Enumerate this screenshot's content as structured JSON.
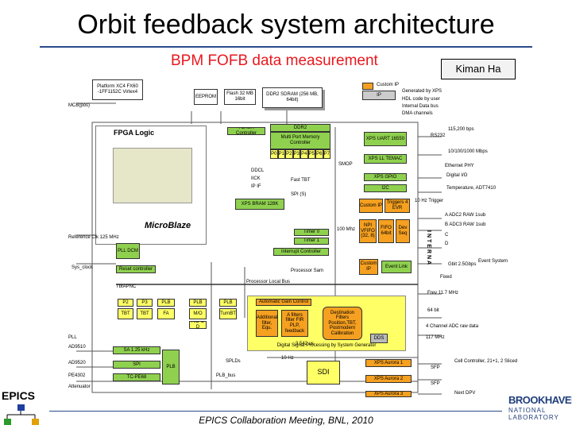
{
  "header": {
    "title": "Orbit feedback system architecture",
    "subtitle": "BPM FOFB data measurement",
    "author": "Kiman Ha"
  },
  "footer": {
    "meeting": "EPICS Collaboration Meeting, BNL, 2010",
    "left_logo": "EPICS",
    "right_logo_line1": "BROOKHAVEN",
    "right_logo_line2": "NATIONAL LABORATORY"
  },
  "legend": {
    "custom_ip": "Custom IP",
    "ip": "IP",
    "generated": "Generated by XPS",
    "hdl": "HDL code by user",
    "internal_bus": "Internal Data bus",
    "dma": "DMA channels"
  },
  "diagram": {
    "platform": "Platform XC4 FX60 -1FF1152C Virtex4",
    "eeprom": "EEPROM",
    "flash": "Flash 32 MB 16bit",
    "ddr2_sdram": "DDR2 SDRAM (256 MB, 64bit)",
    "fpga_logic": "FPGA Logic",
    "microblaze": "MicroBlaze",
    "flash_controller": "FLASH Controller",
    "ddr2": "DDR2",
    "multiport": "Multi Port Memory Controller",
    "ports": [
      "P0",
      "P1",
      "P2",
      "P3",
      "P4",
      "P5",
      "P6",
      "P7"
    ],
    "xps_uart": "XPS UART 16550",
    "xps_ll_temac": "XPS LL TEMAC",
    "xps_gpio": "XPS GPIO",
    "i2c": "I2C",
    "xps_bram": "XPS BRAM 128K",
    "custom_ip1": "Custom IP",
    "trigger_box": "Triggers 4 EVR",
    "npi_vfifo": "NPI VFIFO (32, 8)",
    "fifo": "FIFO 64bit",
    "dev_seq": "Dev Seq",
    "timer0": "Timer 0",
    "timer1": "Timer 1",
    "interrupt": "Interrupt Controller",
    "reset_controller": "Reset controller",
    "custom_ip2": "Custom IP",
    "event_link": "Event Link",
    "dcm": "PLL DCM",
    "plb_labels": [
      "P2",
      "P3",
      "PLB",
      "PLB",
      "PLB"
    ],
    "tbt_labels": [
      "TBT",
      "TBT",
      "FA",
      "M/O",
      "TurnBT"
    ],
    "adc_d": "A/D C D",
    "plb_reg": "PLB",
    "sa_main": "SA 1.25 kHz",
    "spi_box": "SPI",
    "tc_box": "TC-PE68",
    "adc_ctrl": "Automatic Gain Control",
    "additional": "Additional filter, Equ.",
    "afilters": "A filters filter FIR PLP, feedback",
    "destination": "Destination Filters Position,TBT, Postmodern Calibration",
    "dds": "DDS",
    "dsp_band": "Digital Signal Processing by System Generator",
    "sdi": "SDI",
    "xps_ch1": "XPS Aurora 1",
    "xps_ch2": "XPS Aurora 2",
    "xps_ch3": "XPS Aurora 3",
    "right_labels": [
      "115,200 bps",
      "RS232",
      "10/100/1000 Mbps",
      "Ethernet PHY",
      "Digital I/O",
      "Temperature, ADT7410",
      "10 Hz Trigger",
      "A ADC2 RAW 1sub",
      "B ADC3 RAW 1sub",
      "C",
      "D",
      "Event System",
      "Gbit 2.5Gbps",
      "Fixed",
      "Frev 11.7 MHz",
      "64 bit",
      "4 Channel ADC raw data",
      "117 MHz",
      "Cell Controller, 21+1, 2 Sliced",
      "SFP",
      "SFP",
      "Next DPV"
    ],
    "left_labels": [
      "MCB(pos)",
      "Reference Clk 125 MHz",
      "Sys_clock",
      "TbtAPNC",
      "PLL",
      "AD9510",
      "AD9520",
      "PE4302",
      "Attenuator"
    ],
    "mid_labels": [
      "DDCL",
      "IICK",
      "IP IF",
      "Fast TBT",
      "SPI (S)",
      "SMOP",
      "Processor Local Bus",
      "100 Mhz",
      "Processor Sam",
      "SPLDs",
      "10 Hz",
      "PLB_bus"
    ],
    "vertical_bus": "INTERNA",
    "ports_small": [
      "3.542 us"
    ]
  }
}
